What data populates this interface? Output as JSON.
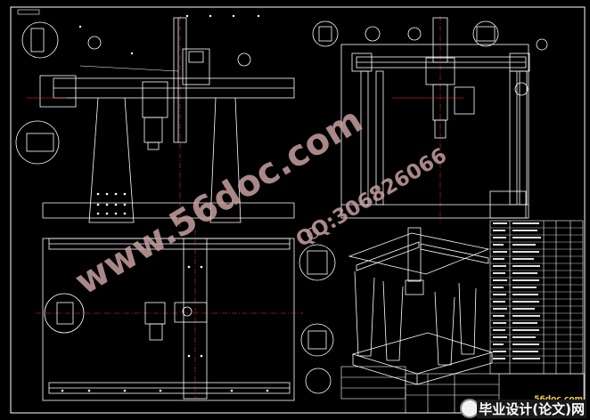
{
  "watermark": {
    "main": "www.56doc.com",
    "qq": "QQ:306826066",
    "color": "#c8a0a0"
  },
  "site_mark": {
    "domain": "56doc.com",
    "label": "毕业设计(论文)网"
  },
  "drawing": {
    "background": "#000000",
    "line_color": "#ffffff",
    "accent_red": "#ff3030",
    "accent_blue": "#4060ff"
  }
}
